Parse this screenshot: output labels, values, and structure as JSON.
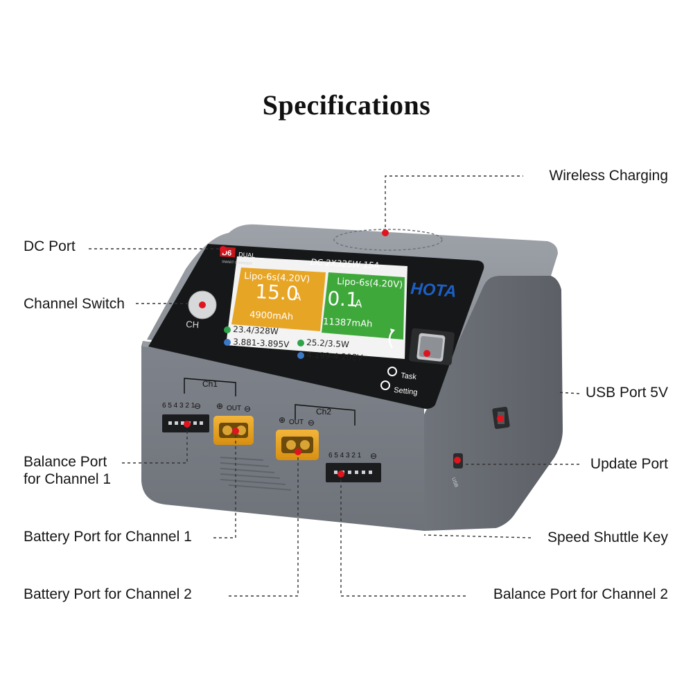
{
  "title": "Specifications",
  "labels": {
    "wireless_charging": "Wireless Charging",
    "dc_port": "DC Port",
    "channel_switch": "Channel Switch",
    "usb_port": "USB Port 5V",
    "balance_port_ch1_line1": "Balance Port",
    "balance_port_ch1_line2": "for Channel 1",
    "update_port": "Update Port",
    "battery_port_ch1": "Battery Port for Channel 1",
    "speed_shuttle_key": "Speed Shuttle Key",
    "battery_port_ch2": "Battery Port for Channel 2",
    "balance_port_ch2": "Balance Port for Channel 2"
  },
  "device": {
    "brand": "HOTA",
    "model_badge": "D6",
    "model_word": "DUAL",
    "model_sub": "SMART CHARGER",
    "ch_button": "CH",
    "task_label": "Task",
    "setting_label": "Setting",
    "ch1_label": "Ch1",
    "ch2_label": "Ch2",
    "out_label": "OUT",
    "balance_pins": "6 5 4 3 2 1",
    "usb_side_label": "USB"
  },
  "screen": {
    "header": "DC 2X325W 15A",
    "ch1": {
      "battery": "Lipo-6s(4.20V)",
      "current": "15.0",
      "unit": "A",
      "capacity": "4900mAh",
      "power": "23.4/328W",
      "voltage": "3.881-3.895V"
    },
    "ch2": {
      "battery": "Lipo-6s(4.20V)",
      "current": "0.1",
      "unit": "A",
      "capacity": "11387mAh",
      "power": "25.2/3.5W",
      "voltage": "4.199-4.208V"
    }
  },
  "colors": {
    "ch1_panel": "#e7a526",
    "ch2_panel": "#3fa83b",
    "brand_blue": "#1e5fc4",
    "marker_red": "#e0141e",
    "xt60_yellow": "#e9a21b",
    "body_gray": "#8f939b"
  }
}
